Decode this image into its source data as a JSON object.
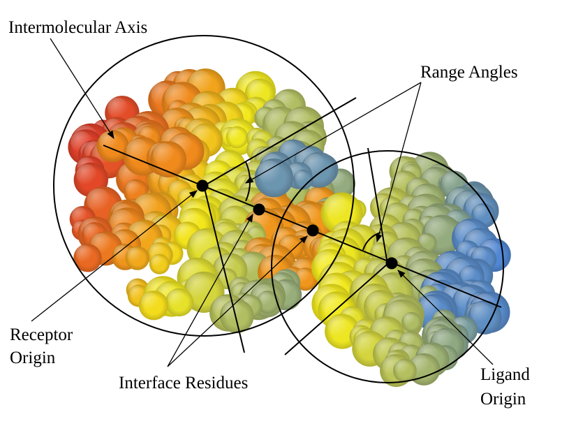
{
  "labels": {
    "intermolecular_axis": "Intermolecular Axis",
    "range_angles": "Range Angles",
    "receptor_origin_line1": "Receptor",
    "receptor_origin_line2": "Origin",
    "interface_residues": "Interface Residues",
    "ligand_origin_line1": "Ligand",
    "ligand_origin_line2": "Origin"
  },
  "colors": {
    "background": "#ffffff",
    "annotation": "#000000",
    "surface_red": "#e0402a",
    "surface_orange": "#f08a1c",
    "surface_yellow": "#f3ea1c",
    "surface_olive": "#b9c35a",
    "surface_sage": "#8fa882",
    "surface_blue": "#4f86d6"
  }
}
